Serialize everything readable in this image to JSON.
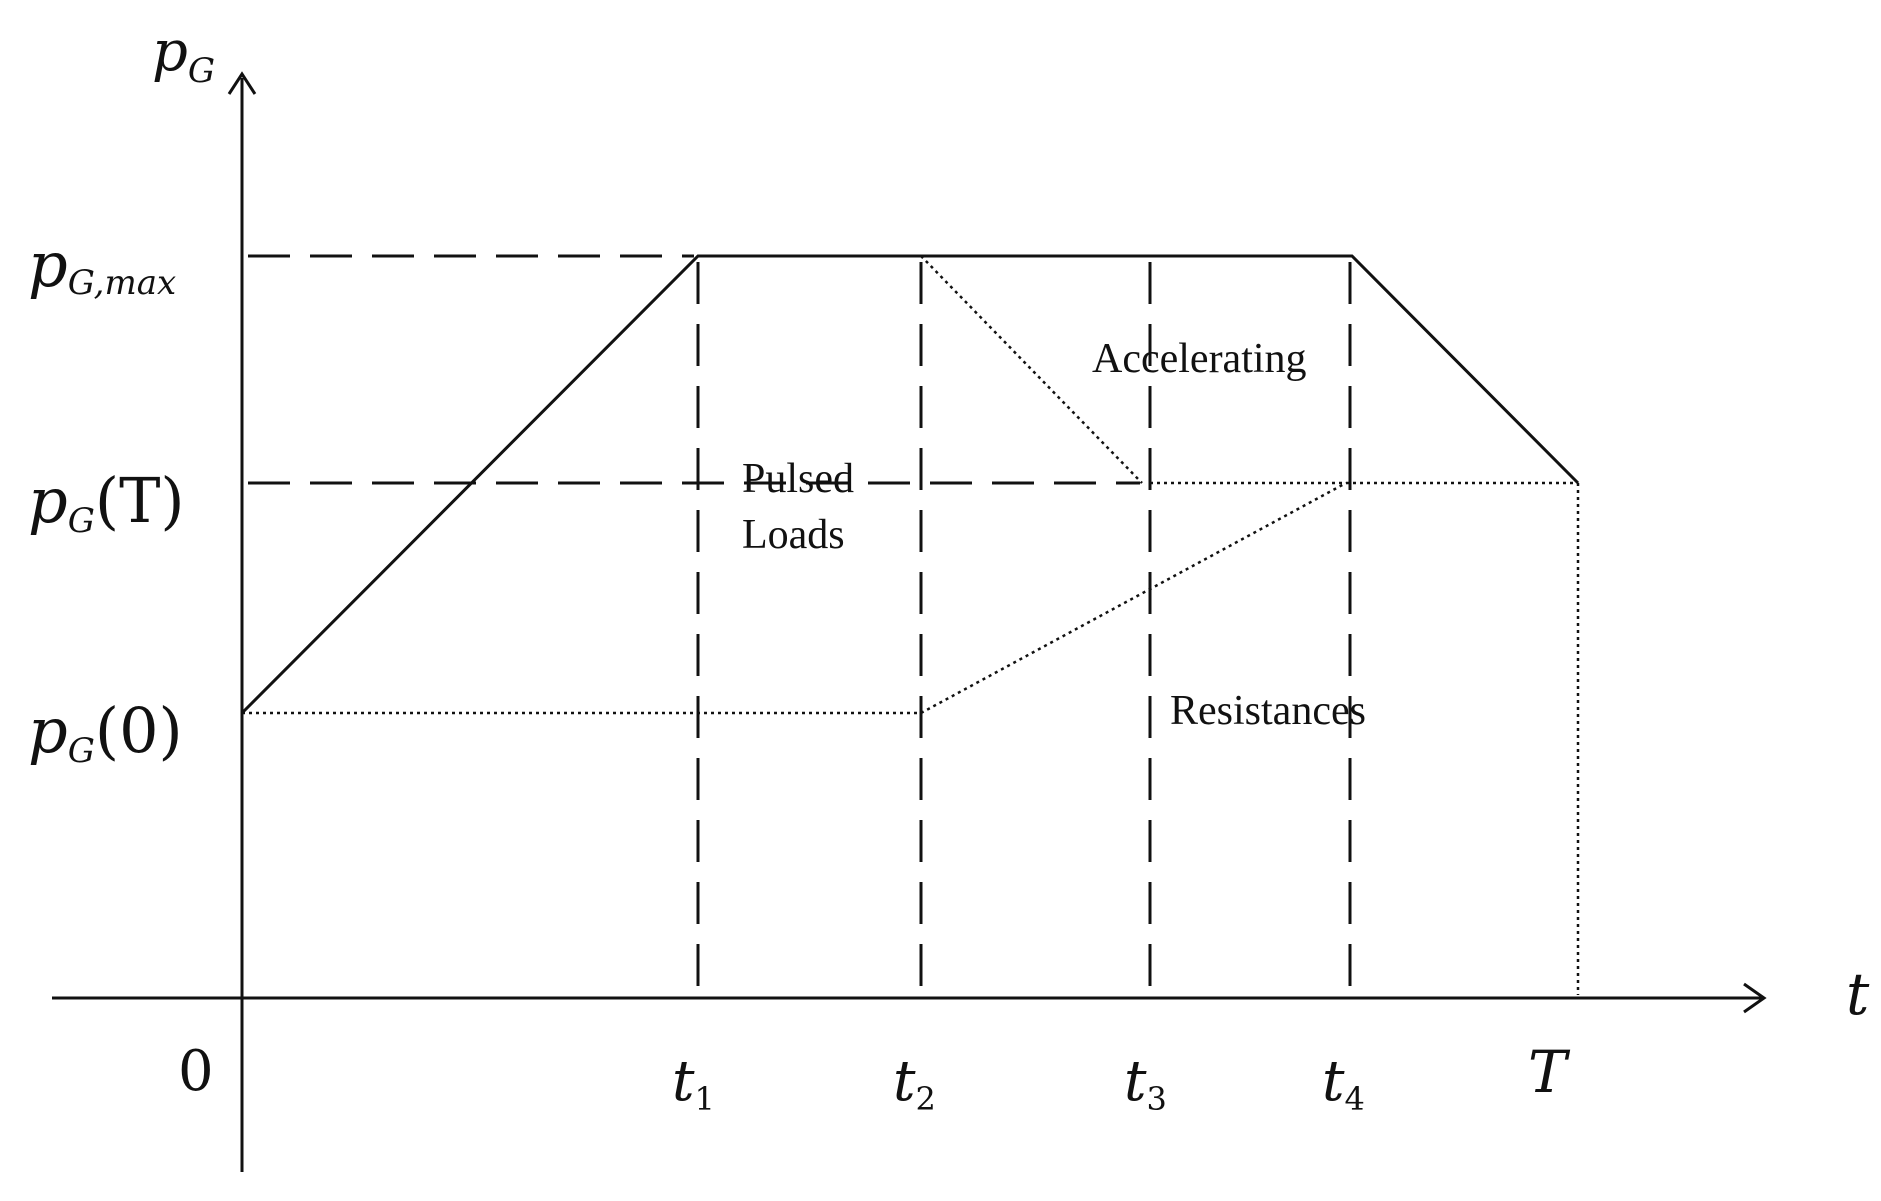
{
  "diagram": {
    "axes": {
      "y_axis_label": {
        "base": "p",
        "sub": "G"
      },
      "x_axis_label": "t",
      "origin_label": "0"
    },
    "y_levels": {
      "p_max": {
        "base": "p",
        "sub": "G,max"
      },
      "p_T": {
        "base": "p",
        "sub": "G",
        "arg": "(T)"
      },
      "p_0": {
        "base": "p",
        "sub": "G",
        "arg": "(0)"
      }
    },
    "x_ticks": [
      {
        "base": "t",
        "sub": "1"
      },
      {
        "base": "t",
        "sub": "2"
      },
      {
        "base": "t",
        "sub": "3"
      },
      {
        "base": "t",
        "sub": "4"
      },
      {
        "base": "T",
        "sub": ""
      }
    ],
    "region_labels": {
      "accelerating": "Accelerating",
      "pulsed_line1": "Pulsed",
      "pulsed_line2": "Loads",
      "resistances": "Resistances"
    }
  }
}
